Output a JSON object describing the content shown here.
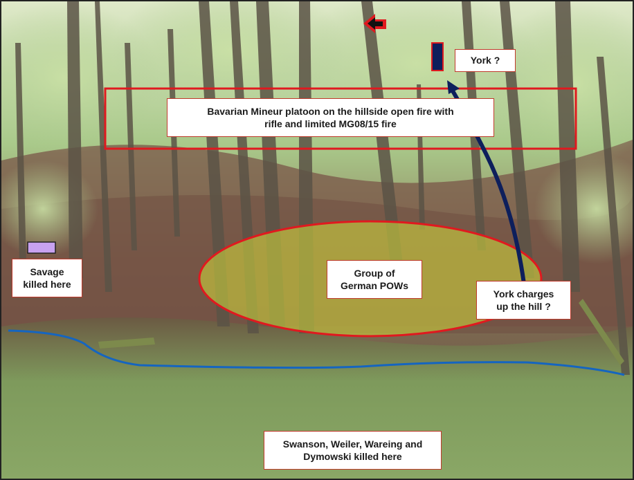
{
  "labels": {
    "york": "York ?",
    "bavarian": "Bavarian Mineur platoon on the hillside open fire with\nrifle and  limited MG08/15 fire",
    "savage": "Savage\nkilled here",
    "pows": "Group of\nGerman POWs",
    "york_charges": "York charges\nup the hill ?",
    "swanson": "Swanson, Weiler, Wareing and\nDymowski killed here"
  },
  "colors": {
    "forest_canopy": "#a9c98a",
    "forest_floor": "#7a5548",
    "ground_green": "#7e9a5c",
    "label_border": "#c0392b",
    "highlight_frame": "#e0191f",
    "pow_area_fill": "#d6dd3c",
    "stream_line": "#1565c0",
    "york_path": "#0d1f5c",
    "savage_marker": "#c8a2f0",
    "pointer_arrow": "#e0191f"
  },
  "icons": {
    "pointer": "left-pointing-arrow-icon",
    "york_marker": "position-marker-icon",
    "savage_marker": "position-marker-icon"
  }
}
